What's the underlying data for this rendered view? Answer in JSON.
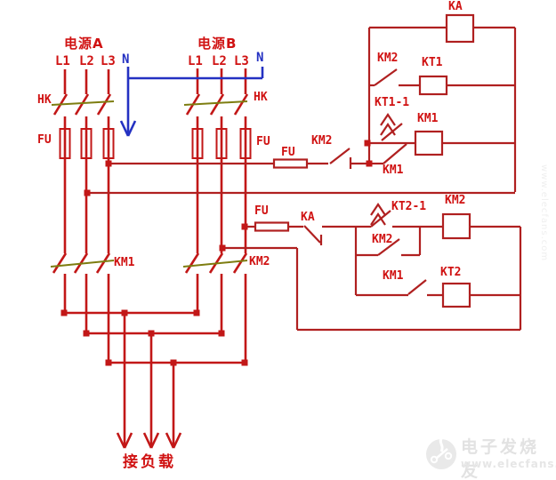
{
  "colors": {
    "wire": "#c21717",
    "wire_dark": "#a93030",
    "link_line": "#7d7d10",
    "neutral": "#2431c2",
    "label": "#d01212",
    "watermark": "#e2e2e2"
  },
  "power_a": {
    "title": "电源A",
    "l1": "L1",
    "l2": "L2",
    "l3": "L3",
    "n": "N",
    "hk": "HK",
    "fu": "FU"
  },
  "power_b": {
    "title": "电源B",
    "l1": "L1",
    "l2": "L2",
    "l3": "L3",
    "n": "N",
    "hk": "HK",
    "fu": "FU"
  },
  "control_a": {
    "fu": "FU",
    "km2_interlock": "KM2",
    "km1_hold": "KM1",
    "ka_coil": "KA",
    "km2_nc": "KM2",
    "kt1_coil": "KT1",
    "kt1_delay": "KT1-1",
    "km1_coil": "KM1"
  },
  "control_b": {
    "fu": "FU",
    "ka_nc": "KA",
    "kt2_delay": "KT2-1",
    "km2_coil": "KM2",
    "km2_hold": "KM2",
    "km1_contact": "KM1",
    "kt2_coil": "KT2"
  },
  "mains": {
    "km1": "KM1",
    "km2": "KM2",
    "load": "接负载"
  },
  "watermark": {
    "brand": "电子发烧友",
    "url": "www.elecfans.com",
    "side_url": "www.elecfans.com"
  }
}
